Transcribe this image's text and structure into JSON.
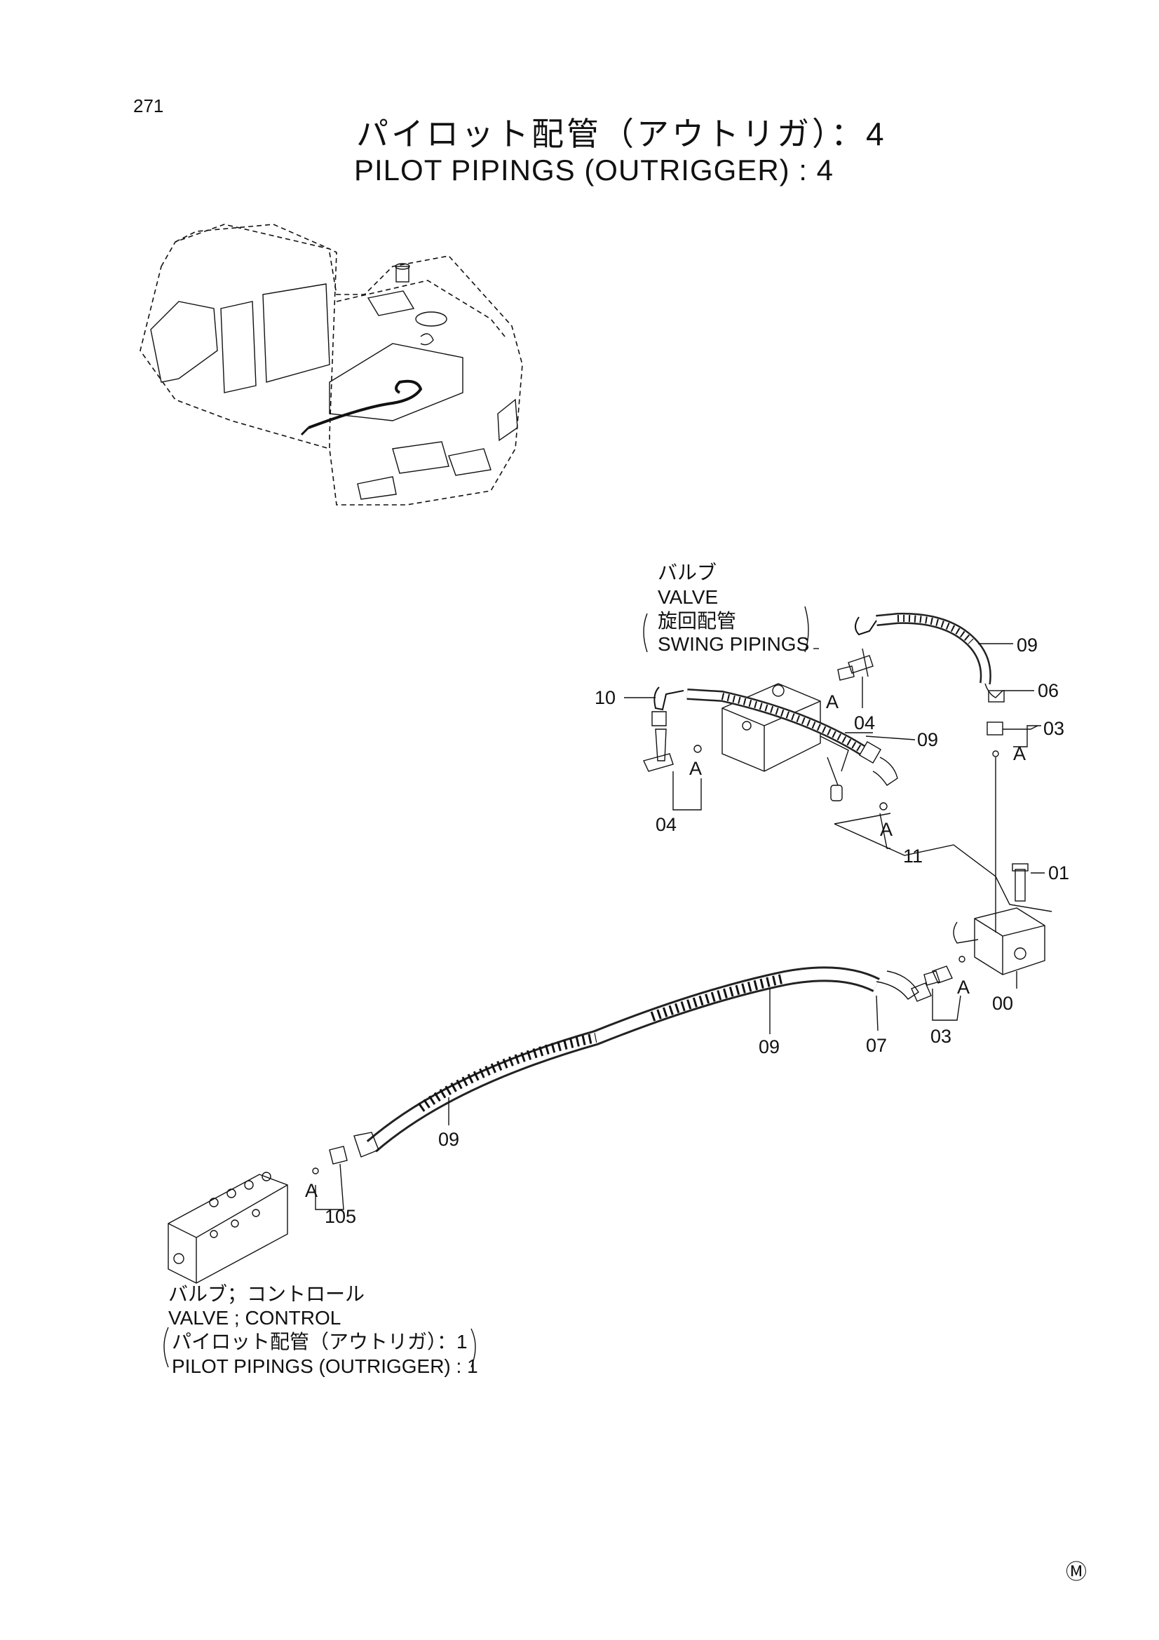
{
  "page_number": "271",
  "title_jp": "パイロット配管（アウトリガ）：4",
  "title_en": "PILOT PIPINGS (OUTRIGGER) : 4",
  "valve_swing_label": {
    "jp": "バルブ",
    "en": "VALVE",
    "sub_jp": "旋回配管",
    "sub_en": "SWING PIPINGS"
  },
  "valve_control_label": {
    "jp": "バルブ；コントロール",
    "en": "VALVE ; CONTROL",
    "sub_jp": "パイロット配管（アウトリガ）：1",
    "sub_en": "PILOT PIPINGS (OUTRIGGER) : 1"
  },
  "callouts": {
    "c09_top": "09",
    "c06": "06",
    "c03_top": "03",
    "c10": "10",
    "c04_right": "04",
    "c09_mid": "09",
    "c04_left": "04",
    "c11": "11",
    "c01": "01",
    "c00": "00",
    "c03_bottom": "03",
    "c07": "07",
    "c09_lower": "09",
    "c09_bottom": "09",
    "c105": "105"
  },
  "detail_marker": "A",
  "logo": "Ⓜ"
}
